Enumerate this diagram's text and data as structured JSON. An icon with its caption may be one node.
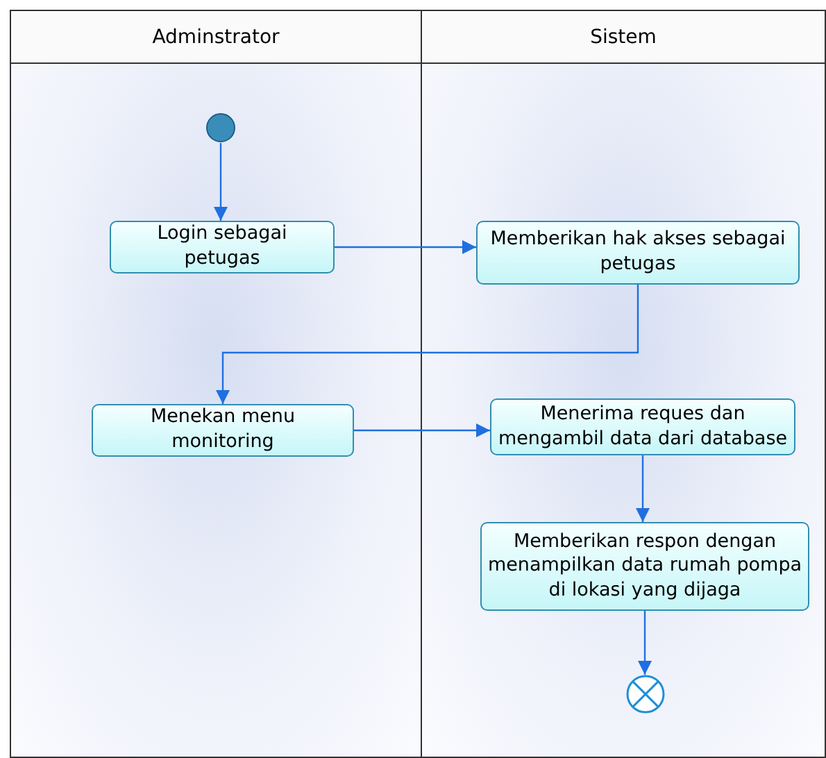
{
  "diagram": {
    "nodes": [
      {
        "text": [
          "Adminstrator"
        ]
      },
      {
        "text": [
          "Sistem"
        ]
      },
      {
        "text": [],
        "shape": "circle",
        "in": 0
      },
      {
        "text": [
          "Login sebagai petugas"
        ],
        "in": 0
      },
      {
        "text": [
          "Memberikan hak akses sebagai petugas"
        ],
        "in": 1
      },
      {
        "text": [
          "Menekan menu monitoring"
        ],
        "in": 0
      },
      {
        "text": [
          "Menerima reques dan mengambil data dari database"
        ],
        "in": 1
      },
      {
        "text": [
          "Memberikan respon dengan menampilkan data rumah pompa di lokasi yang dijaga"
        ],
        "in": 1
      },
      {
        "text": [],
        "shape": "circle",
        "in": 1
      }
    ],
    "edges": [
      {
        "from": 2,
        "to": 3,
        "arrow": "to"
      },
      {
        "from": 3,
        "to": 4,
        "arrow": "to"
      },
      {
        "from": 4,
        "to": 5,
        "arrow": "to"
      },
      {
        "from": 5,
        "to": 6,
        "arrow": "to"
      },
      {
        "from": 6,
        "to": 7,
        "arrow": "to"
      },
      {
        "from": 7,
        "to": 8,
        "arrow": "to"
      }
    ]
  }
}
